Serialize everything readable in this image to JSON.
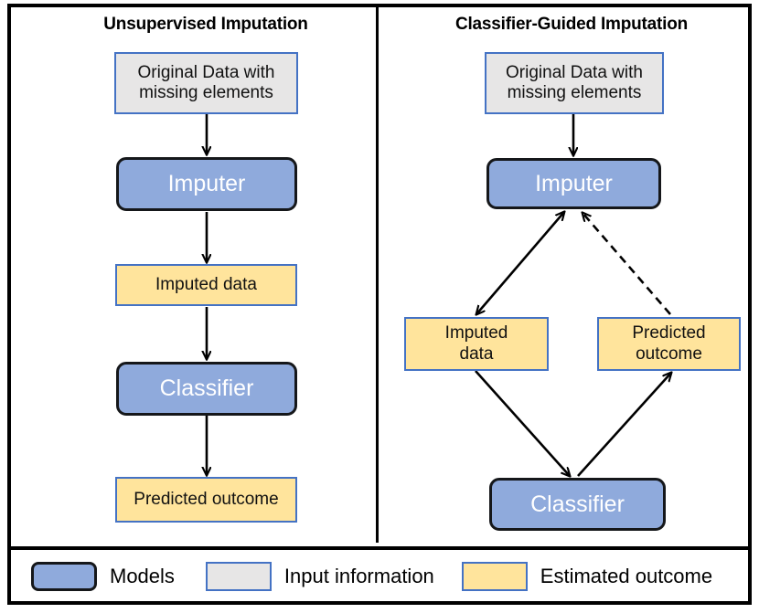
{
  "figure": {
    "type": "flowchart-diagram",
    "panels": [
      {
        "id": "unsupervised",
        "title": "Unsupervised Imputation",
        "nodes": [
          {
            "id": "orig",
            "label": "Original Data with missing elements",
            "kind": "input"
          },
          {
            "id": "imputer",
            "label": "Imputer",
            "kind": "model"
          },
          {
            "id": "imputed",
            "label": "Imputed data",
            "kind": "outcome"
          },
          {
            "id": "classifier",
            "label": "Classifier",
            "kind": "model"
          },
          {
            "id": "predicted",
            "label": "Predicted outcome",
            "kind": "outcome"
          }
        ],
        "edges": [
          {
            "from": "orig",
            "to": "imputer",
            "style": "solid",
            "heads": "single"
          },
          {
            "from": "imputer",
            "to": "imputed",
            "style": "solid",
            "heads": "single"
          },
          {
            "from": "imputed",
            "to": "classifier",
            "style": "solid",
            "heads": "single"
          },
          {
            "from": "classifier",
            "to": "predicted",
            "style": "solid",
            "heads": "single"
          }
        ]
      },
      {
        "id": "guided",
        "title": "Classifier-Guided Imputation",
        "nodes": [
          {
            "id": "orig",
            "label": "Original Data with missing elements",
            "kind": "input"
          },
          {
            "id": "imputer",
            "label": "Imputer",
            "kind": "model"
          },
          {
            "id": "imputed",
            "label": "Imputed data",
            "kind": "outcome"
          },
          {
            "id": "predicted",
            "label": "Predicted outcome",
            "kind": "outcome"
          },
          {
            "id": "classifier",
            "label": "Classifier",
            "kind": "model"
          }
        ],
        "edges": [
          {
            "from": "orig",
            "to": "imputer",
            "style": "solid",
            "heads": "single"
          },
          {
            "from": "imputer",
            "to": "imputed",
            "style": "solid",
            "heads": "double"
          },
          {
            "from": "imputed",
            "to": "classifier",
            "style": "solid",
            "heads": "single"
          },
          {
            "from": "classifier",
            "to": "predicted",
            "style": "solid",
            "heads": "single"
          },
          {
            "from": "predicted",
            "to": "imputer",
            "style": "dashed",
            "heads": "single"
          }
        ]
      }
    ]
  },
  "panel_left": {
    "title": "Unsupervised Imputation",
    "node_orig_line1": "Original Data with",
    "node_orig_line2": "missing elements",
    "node_imputer": "Imputer",
    "node_imputed": "Imputed data",
    "node_classifier": "Classifier",
    "node_predicted": "Predicted outcome"
  },
  "panel_right": {
    "title": "Classifier-Guided Imputation",
    "node_orig_line1": "Original Data with",
    "node_orig_line2": "missing elements",
    "node_imputer": "Imputer",
    "node_imputed_line1": "Imputed",
    "node_imputed_line2": "data",
    "node_predicted_line1": "Predicted",
    "node_predicted_line2": "outcome",
    "node_classifier": "Classifier"
  },
  "legend": {
    "items": [
      {
        "label": "Models",
        "swatch": "model"
      },
      {
        "label": "Input information",
        "swatch": "input"
      },
      {
        "label": "Estimated outcome",
        "swatch": "outcome"
      }
    ]
  },
  "colors": {
    "model_fill": "#8FAADC",
    "model_border": "#15171A",
    "input_fill": "#E7E6E6",
    "outcome_fill": "#FFE49C",
    "box_border_blue": "#4472C4",
    "frame": "#000000",
    "arrow": "#000000",
    "background": "#FFFFFF"
  }
}
